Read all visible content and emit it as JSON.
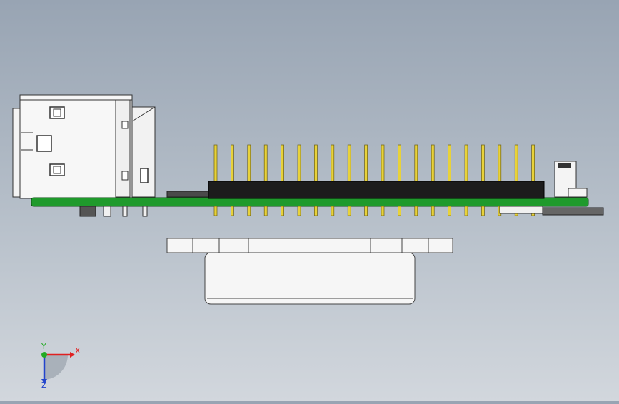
{
  "scene": {
    "background_top": "#98a4b3",
    "background_bottom": "#d2d7dd",
    "pcb_color": "#1f9a2c",
    "pin_color": "#e8d23a",
    "header_color": "#1c1c1c",
    "housing_color": "#f2f2f2",
    "pin_count_top_row": 20
  },
  "triad": {
    "x_label": "X",
    "y_label": "Y",
    "z_label": "Z",
    "x_color": "#e02020",
    "y_color": "#22aa22",
    "z_color": "#2244cc"
  }
}
